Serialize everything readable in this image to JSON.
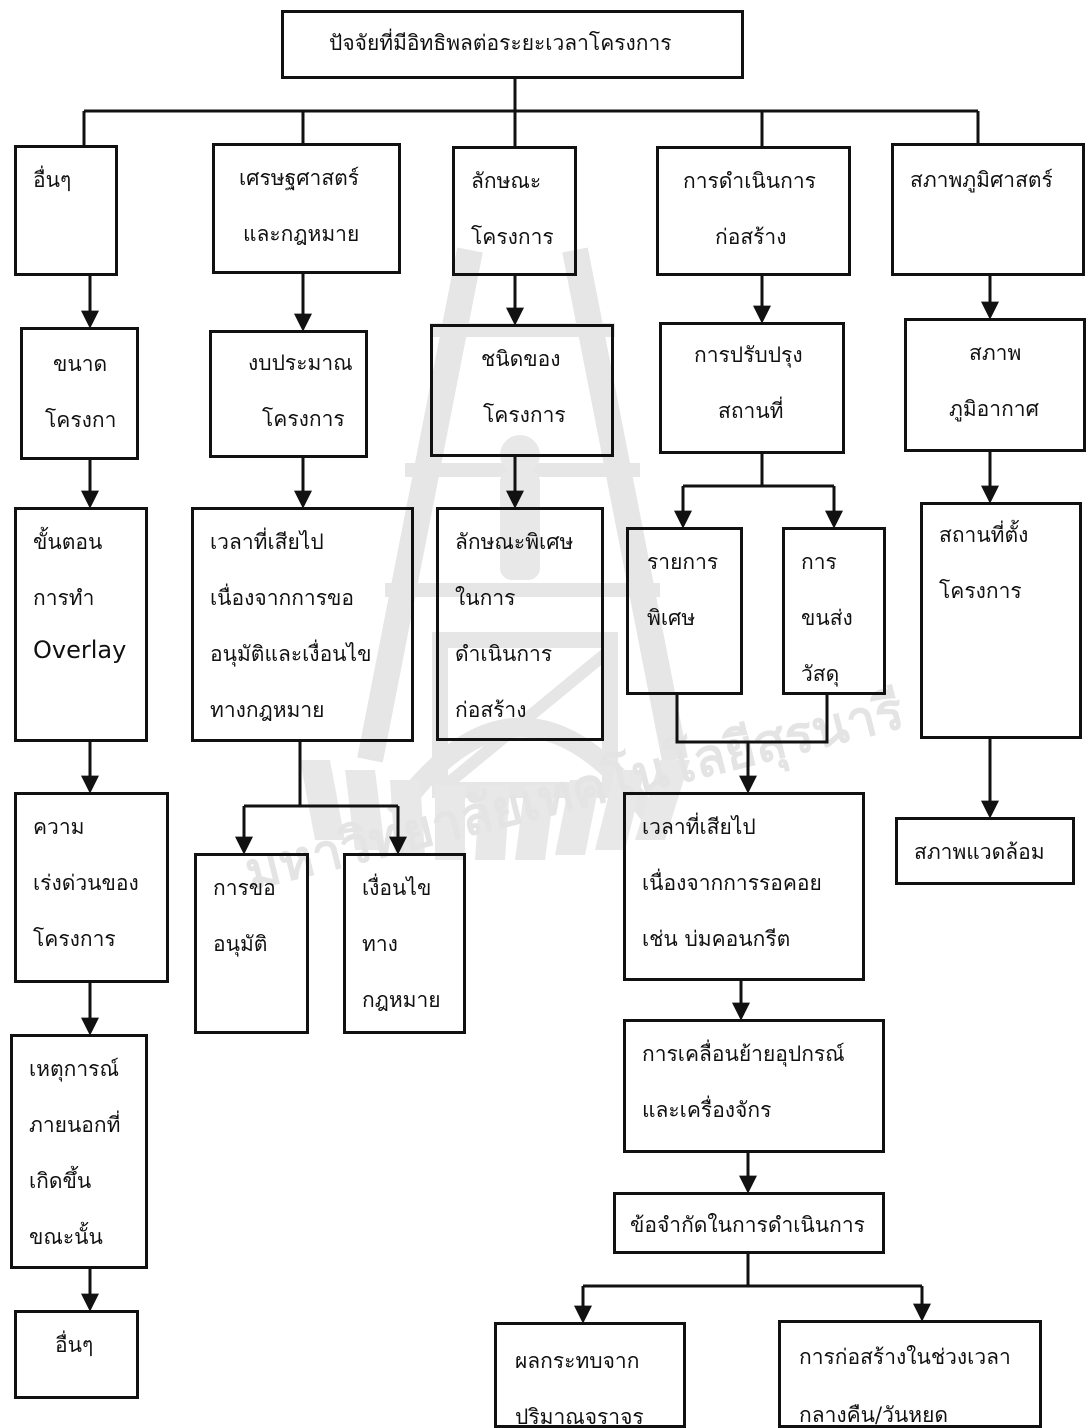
{
  "root": "ปัจจัยที่มีอิทธิพลต่อระยะเวลาโครงการ",
  "categories": {
    "other": "อื่นๆ",
    "economics": [
      "เศรษฐศาสตร์",
      "และกฎหมาย"
    ],
    "nature": [
      "ลักษณะ",
      "โครงการ"
    ],
    "construction": [
      "การดำเนินการ",
      "ก่อสร้าง"
    ],
    "geography": "สภาพภูมิศาสตร์"
  },
  "branch_other": {
    "size": [
      "ขนาด",
      "โครงกา"
    ],
    "overlay": [
      "ขั้นตอน",
      "การทำ",
      "Overlay"
    ],
    "urgency": [
      "ความ",
      "เร่งด่วนของ",
      "โครงการ"
    ],
    "events": [
      "เหตุการณ์",
      "ภายนอกที่",
      "เกิดขึ้น",
      "ขณะนั้น"
    ],
    "end": "อื่นๆ"
  },
  "branch_economics": {
    "budget": [
      "งบประมาณ",
      "โครงการ"
    ],
    "time_lost": [
      "เวลาที่เสียไป",
      "เนื่องจากการขอ",
      "อนุมัติและเงื่อนไข",
      "ทางกฎหมาย"
    ],
    "approval": [
      "การขอ",
      "อนุมัติ"
    ],
    "conditions": [
      "เงื่อนไข",
      "ทาง",
      "กฎหมาย"
    ]
  },
  "branch_nature": {
    "type": [
      "ชนิดของ",
      "โครงการ"
    ],
    "special": [
      "ลักษณะพิเศษ",
      "ในการ",
      "ดำเนินการ",
      "ก่อสร้าง"
    ]
  },
  "branch_construction": {
    "site": [
      "การปรับปรุง",
      "สถานที่"
    ],
    "special_items": [
      "รายการ",
      "พิเศษ"
    ],
    "transport": [
      "การ",
      "ขนส่ง",
      "วัสดุ"
    ],
    "waiting": [
      "เวลาที่เสียไป",
      "เนื่องจากการรอคอย",
      "เช่น บ่มคอนกรีต"
    ],
    "equipment": [
      "การเคลื่อนย้ายอุปกรณ์",
      "และเครื่องจักร"
    ],
    "limits": "ข้อจำกัดในการดำเนินการ",
    "traffic": [
      "ผลกระทบจาก",
      "ปริมาณจราจร"
    ],
    "night": [
      "การก่อสร้างในช่วงเวลา",
      "กลางคืน/วันหยด"
    ]
  },
  "branch_geography": {
    "climate": [
      "สภาพ",
      "ภูมิอากาศ"
    ],
    "location": [
      "สถานที่ตั้ง",
      "โครงการ"
    ],
    "environment": "สภาพแวดล้อม"
  },
  "watermark_text": "มหาวิทยาลัยเทคโนโลยีสุรนารี",
  "colors": {
    "ink": "#111111",
    "watermark": "#e3e3e3"
  }
}
